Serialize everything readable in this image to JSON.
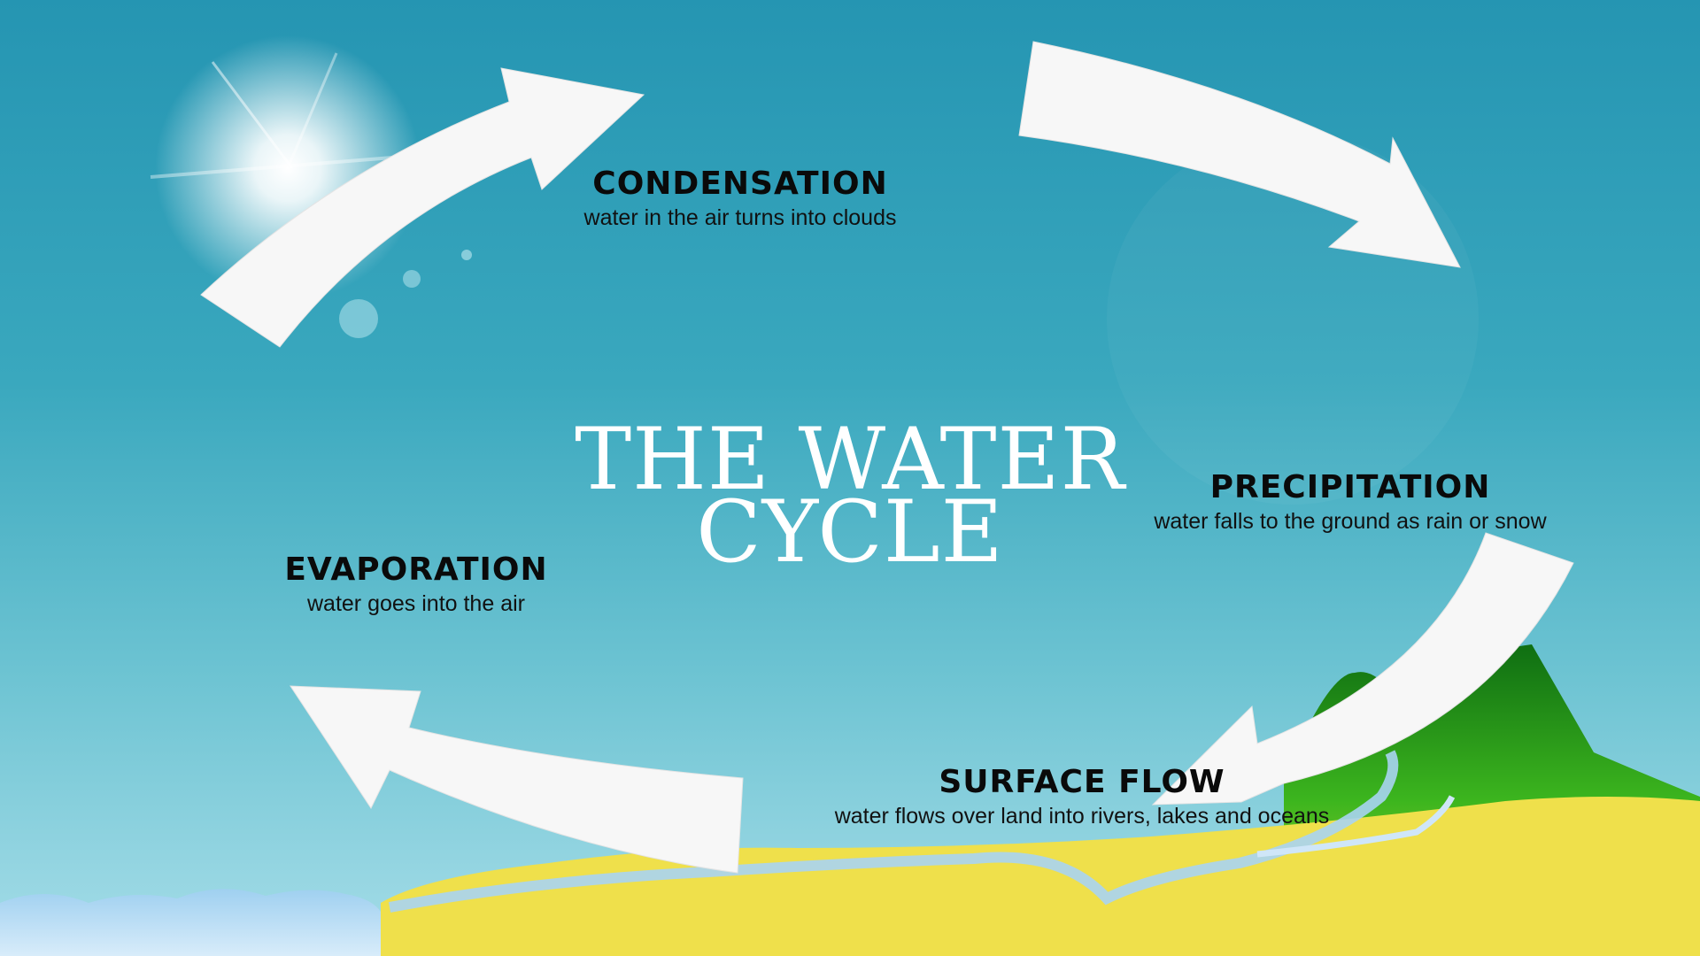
{
  "title": {
    "line1": "THE WATER",
    "line2": "CYCLE"
  },
  "steps": {
    "condensation": {
      "heading": "CONDENSATION",
      "text": "water in the air turns into clouds"
    },
    "precipitation": {
      "heading": "PRECIPITATION",
      "text": "water falls to the ground as rain or snow"
    },
    "surface_flow": {
      "heading": "SURFACE FLOW",
      "text": "water flows over land into rivers, lakes and oceans"
    },
    "evaporation": {
      "heading": "EVAPORATION",
      "text": "water goes into the air"
    }
  },
  "colors": {
    "sky_top": "#2595b2",
    "sky_bottom": "#a6dde8",
    "land": "#f0e04a",
    "mountain": "#1f8a1a",
    "arrow": "#f7f7f7"
  }
}
